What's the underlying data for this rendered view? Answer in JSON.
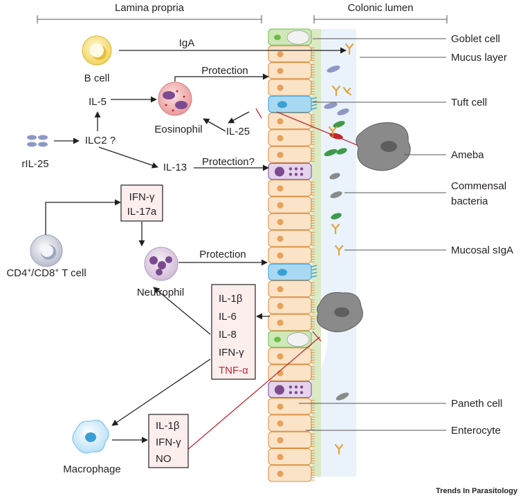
{
  "headers": {
    "lamina_propria": "Lamina propria",
    "colonic_lumen": "Colonic lumen"
  },
  "cells": {
    "b_cell": "B cell",
    "eosinophil": "Eosinophil",
    "ilc2": "ILC2 ?",
    "ril25": "rIL-25",
    "t_cell_pre": "CD4",
    "t_cell_sup1": "+",
    "t_cell_mid": "/CD8",
    "t_cell_sup2": "+",
    "t_cell_post": " T cell",
    "neutrophil": "Neutrophil",
    "macrophage": "Macrophage"
  },
  "mediators": {
    "iga": "IgA",
    "il5": "IL-5",
    "il25": "IL-25",
    "il13": "IL-13",
    "protection1": "Protection",
    "protection2": "Protection?",
    "protection3": "Protection"
  },
  "box_ifn_il17": [
    "IFN-γ",
    "IL-17a"
  ],
  "box_cytokines": [
    "IL-1β",
    "IL-6",
    "IL-8",
    "IFN-γ",
    "TNF-α"
  ],
  "box_macrophage": [
    "IL-1β",
    "IFN-γ",
    "NO"
  ],
  "right_labels": {
    "goblet": "Goblet cell",
    "mucus": "Mucus layer",
    "tuft": "Tuft cell",
    "ameba": "Ameba",
    "commensal1": "Commensal",
    "commensal2": "bacteria",
    "siga": "Mucosal sIgA",
    "paneth": "Paneth cell",
    "enterocyte": "Enterocyte"
  },
  "credit": "Trends In Parasitology",
  "colors": {
    "red_accent": "#c1272d",
    "box_fill": "#fdeeee",
    "mucus": "#eaf3fb",
    "epithelium_band": "#dbe9c4",
    "enterocyte": "#fbe3c8",
    "goblet": "#6dbd45",
    "tuft": "#a8d8f2",
    "paneth": "#7b4a8f"
  }
}
